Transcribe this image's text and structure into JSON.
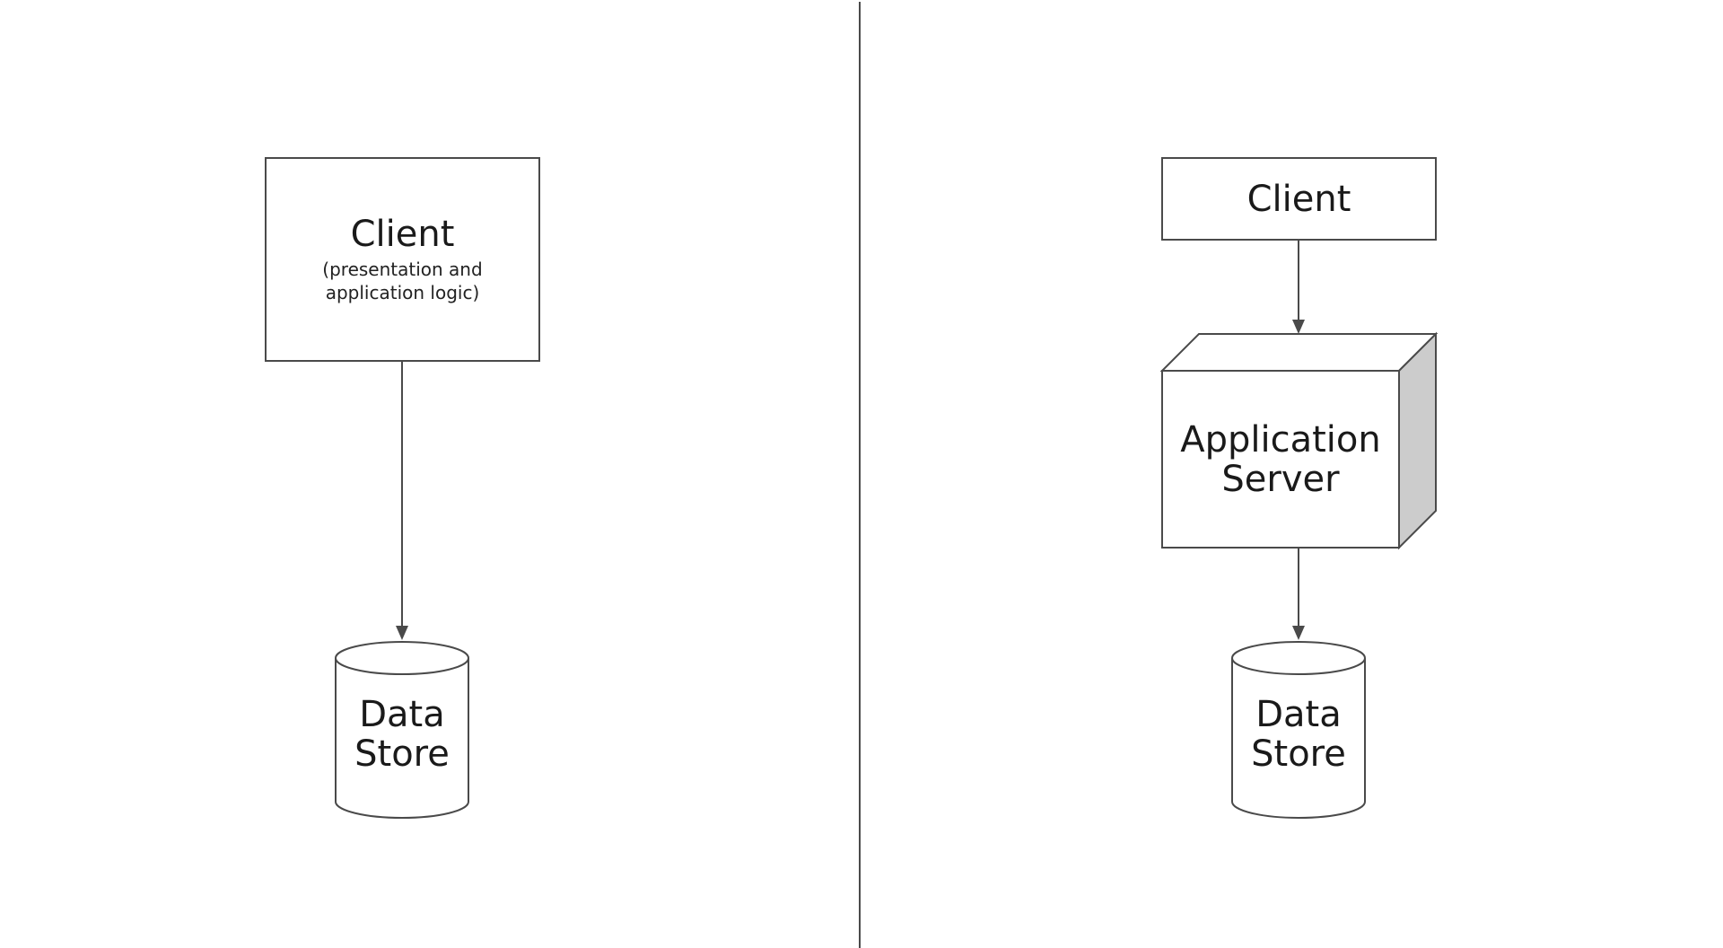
{
  "left": {
    "client": {
      "title": "Client",
      "subtitle_line1": "(presentation and",
      "subtitle_line2": "application logic)"
    },
    "data_store": {
      "line1": "Data",
      "line2": "Store"
    }
  },
  "right": {
    "client": {
      "title": "Client"
    },
    "application_server": {
      "line1": "Application",
      "line2": "Server"
    },
    "data_store": {
      "line1": "Data",
      "line2": "Store"
    }
  },
  "colors": {
    "stroke": "#4a4a4a",
    "cube_side": "#cccccc",
    "background": "#ffffff"
  }
}
